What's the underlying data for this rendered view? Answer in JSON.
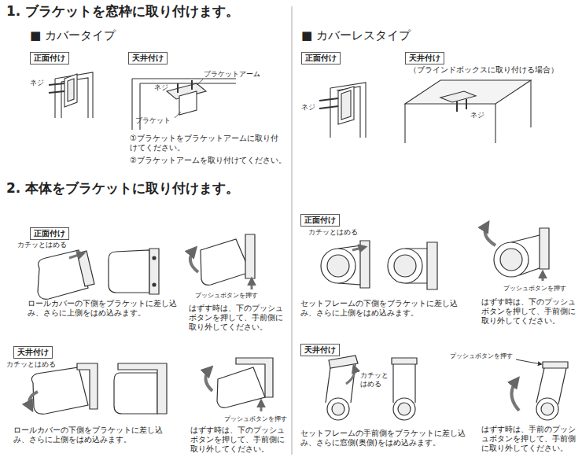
{
  "diagram": {
    "nodes": [
      {
        "text": [
          "正面付け"
        ]
      },
      {
        "text": [
          "天井付け"
        ]
      },
      {
        "text": [
          "正面付け"
        ]
      },
      {
        "text": [
          "天井付け"
        ]
      },
      {
        "text": [
          "正面付け"
        ]
      },
      {
        "text": [
          "天井付け"
        ]
      },
      {
        "text": [
          "正面付け"
        ]
      },
      {
        "text": [
          "天井付け"
        ]
      }
    ],
    "labels": [
      "1. ブラケットを窓枠に取り付けます。",
      "■ カバータイプ",
      "ネジ",
      "ブラケットアーム",
      "ネジ",
      "ブラケット",
      "①ブラケットをブラケットアームに取り付けてください。",
      "②ブラケットアームを取り付けてください。",
      "■ カバーレスタイプ",
      "（ブラインドボックスに取り付ける場合）",
      "ネジ",
      "ネジ",
      "2. 本体をブラケットに取り付けます。",
      "カチッとはめる",
      "ロールカバーの下側をブラケットに差し込み、さらに上側をはめ込みます。",
      "プッシュボタンを押す",
      "はずす時は、下のプッシュボタンを押して、手前側に取り外してください。",
      "カチッとはめる",
      "ロールカバーの下側をブラケットに差し込み、さらに上側をはめ込みます。",
      "プッシュボタンを押す",
      "はずす時は、下のプッシュボタンを押して、手前側に取り外してください。",
      "カチッとはめる",
      "セットフレームの下側をブラケットに差し込み、さらに上側をはめ込みます。",
      "プッシュボタンを押す",
      "はずす時は、下のプッシュボタンを押して、手前側に取り外してください。",
      "カチッと はめる",
      "プッシュボタンを押す",
      "セットフレームの手前側をブラケットに差し込み、さらに窓側(奥側)をはめ込みます。",
      "はずす時は、手前のプッシュボタンを押して、手前側に取り外してください。"
    ]
  }
}
